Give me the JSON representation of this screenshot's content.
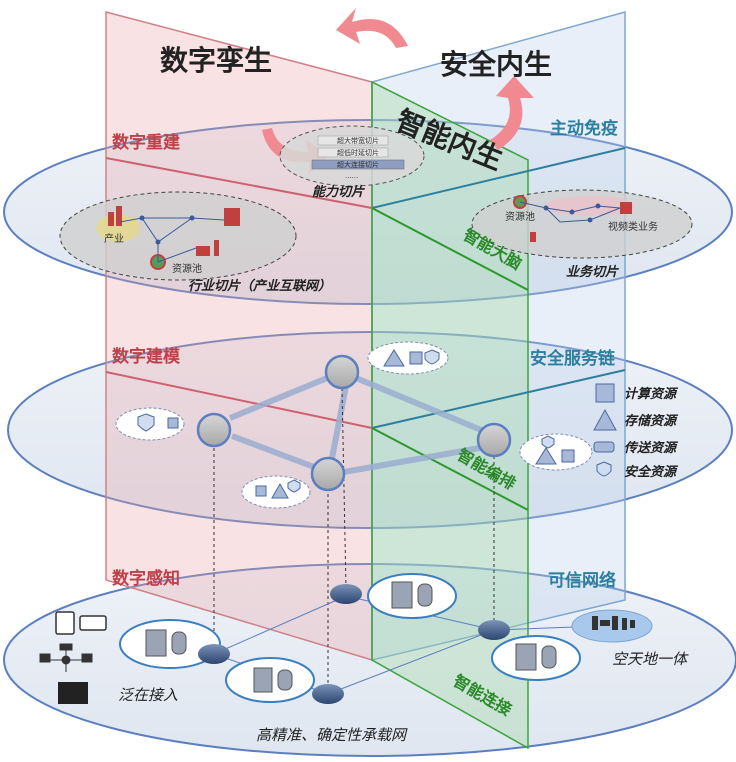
{
  "titles": {
    "digital_twin": "数字孪生",
    "security_native": "安全内生",
    "intelligence_native": "智能内生"
  },
  "layer_labels": {
    "reconstruct": "数字重建",
    "modeling": "数字建模",
    "sensing": "数字感知",
    "active_immunity": "主动免疫",
    "security_service_chain": "安全服务链",
    "trusted_network": "可信网络",
    "smart_brain": "智能大脑",
    "smart_orchestration": "智能编排",
    "smart_connection": "智能连接"
  },
  "top_layer": {
    "capability_slice": "能力切片",
    "slice_items": [
      "超大带宽切片",
      "超低时延切片",
      "超大连接切片",
      "......"
    ],
    "industry": "产业",
    "resource_pool_left": "资源池",
    "industry_slice": "行业切片（产业互联网）",
    "resource_pool_right": "资源池",
    "video_service": "视频类业务",
    "service_slice": "业务切片"
  },
  "legend": {
    "compute": "计算资源",
    "storage": "存储资源",
    "transport": "传送资源",
    "security": "安全资源"
  },
  "bottom_layer": {
    "ubiquitous_access": "泛在接入",
    "space_air_ground": "空天地一体",
    "bearer_network": "高精准、确定性承载网"
  }
}
